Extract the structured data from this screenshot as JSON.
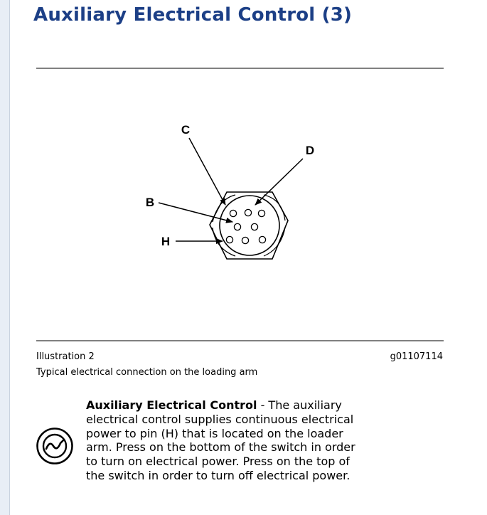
{
  "page": {
    "title": "Auxiliary Electrical Control (3)"
  },
  "figure": {
    "labels": {
      "c": "C",
      "d": "D",
      "b": "B",
      "h": "H"
    }
  },
  "caption": {
    "number": "Illustration 2",
    "graphic_id": "g01107114",
    "description": "Typical electrical connection on the loading arm"
  },
  "description": {
    "icon": "auxiliary-electrical-control-symbol-icon",
    "term": "Auxiliary Electrical Control",
    "text": " - The auxiliary electrical control supplies continuous electrical power to pin (H) that is located on the loader arm. Press on the bottom of the switch in order to turn on electrical power. Press on the top of the switch in order to turn off electrical power."
  }
}
